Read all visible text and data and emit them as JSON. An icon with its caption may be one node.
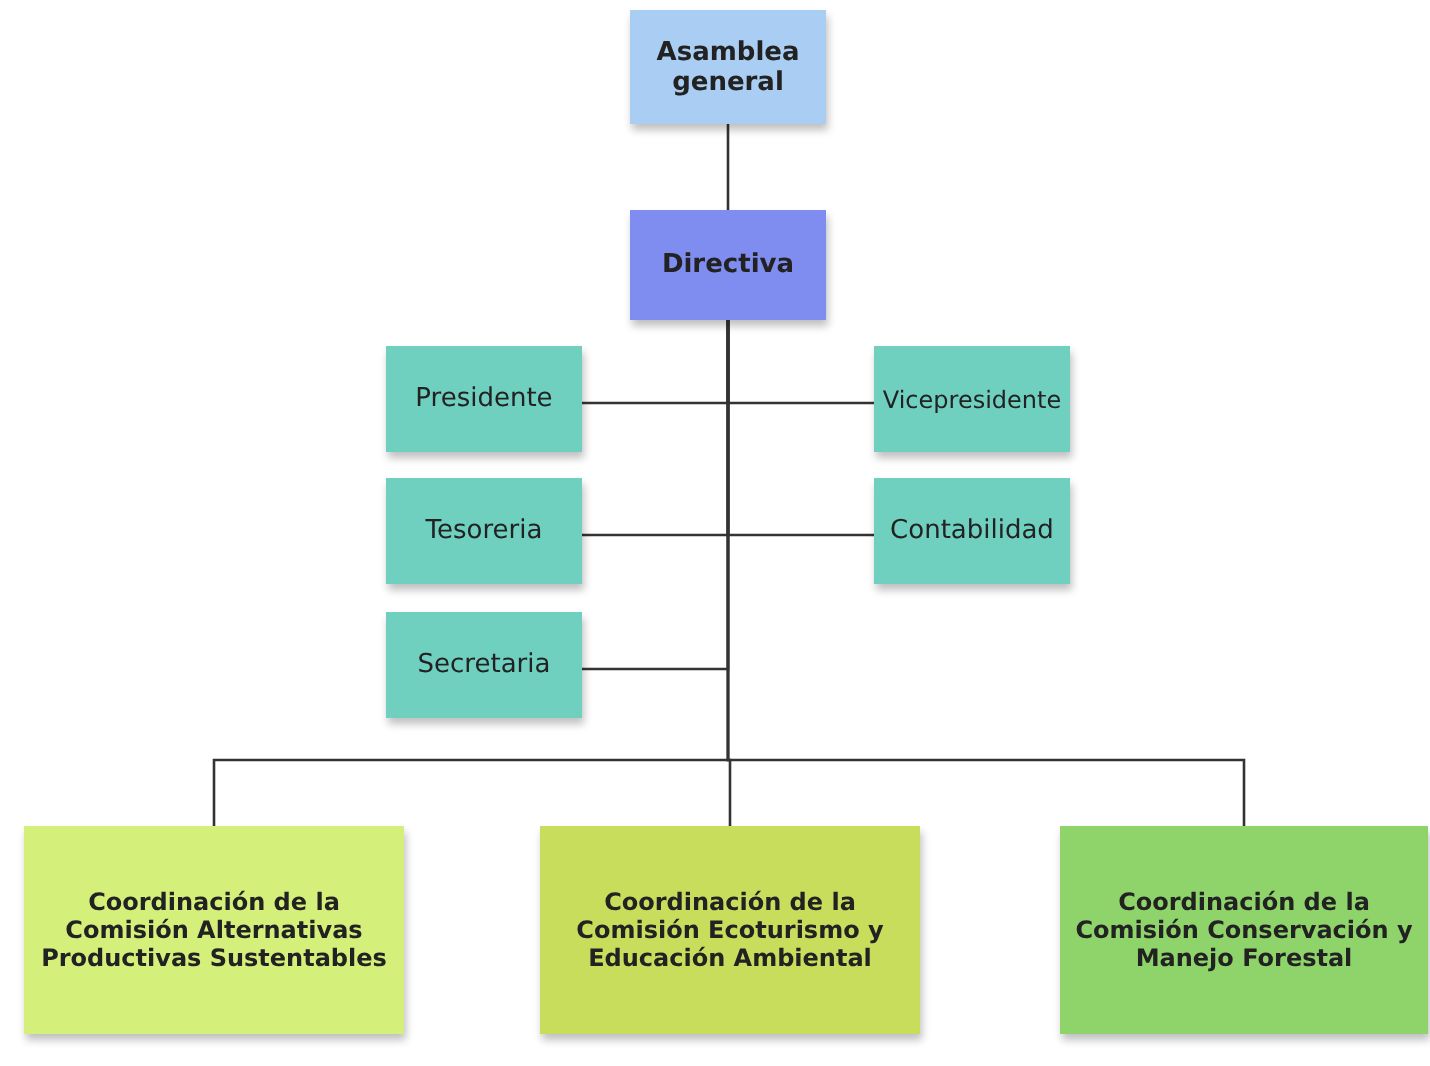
{
  "diagram": {
    "nodes": [
      {
        "text": [
          "Asamblea general"
        ]
      },
      {
        "text": [
          "Directiva"
        ]
      },
      {
        "text": [
          "Presidente"
        ]
      },
      {
        "text": [
          "Vicepresidente"
        ]
      },
      {
        "text": [
          "Tesoreria"
        ]
      },
      {
        "text": [
          "Contabilidad"
        ]
      },
      {
        "text": [
          "Secretaria"
        ]
      },
      {
        "text": [
          "Coordinación de la Comisión Alternativas Productivas Sustentables"
        ]
      },
      {
        "text": [
          "Coordinación de la Comisión Ecoturismo y Educación Ambiental"
        ]
      },
      {
        "text": [
          "Coordinación de la Comisión Conservación y Manejo Forestal"
        ]
      }
    ],
    "edges": [
      {
        "from": 0,
        "to": 1,
        "arrow": "none"
      },
      {
        "from": 1,
        "to": 2,
        "arrow": "none"
      },
      {
        "from": 1,
        "to": 3,
        "arrow": "none"
      },
      {
        "from": 1,
        "to": 4,
        "arrow": "none"
      },
      {
        "from": 1,
        "to": 5,
        "arrow": "none"
      },
      {
        "from": 1,
        "to": 6,
        "arrow": "none"
      },
      {
        "from": 1,
        "to": 7,
        "arrow": "none"
      },
      {
        "from": 1,
        "to": 8,
        "arrow": "none"
      },
      {
        "from": 1,
        "to": 9,
        "arrow": "none"
      }
    ]
  }
}
